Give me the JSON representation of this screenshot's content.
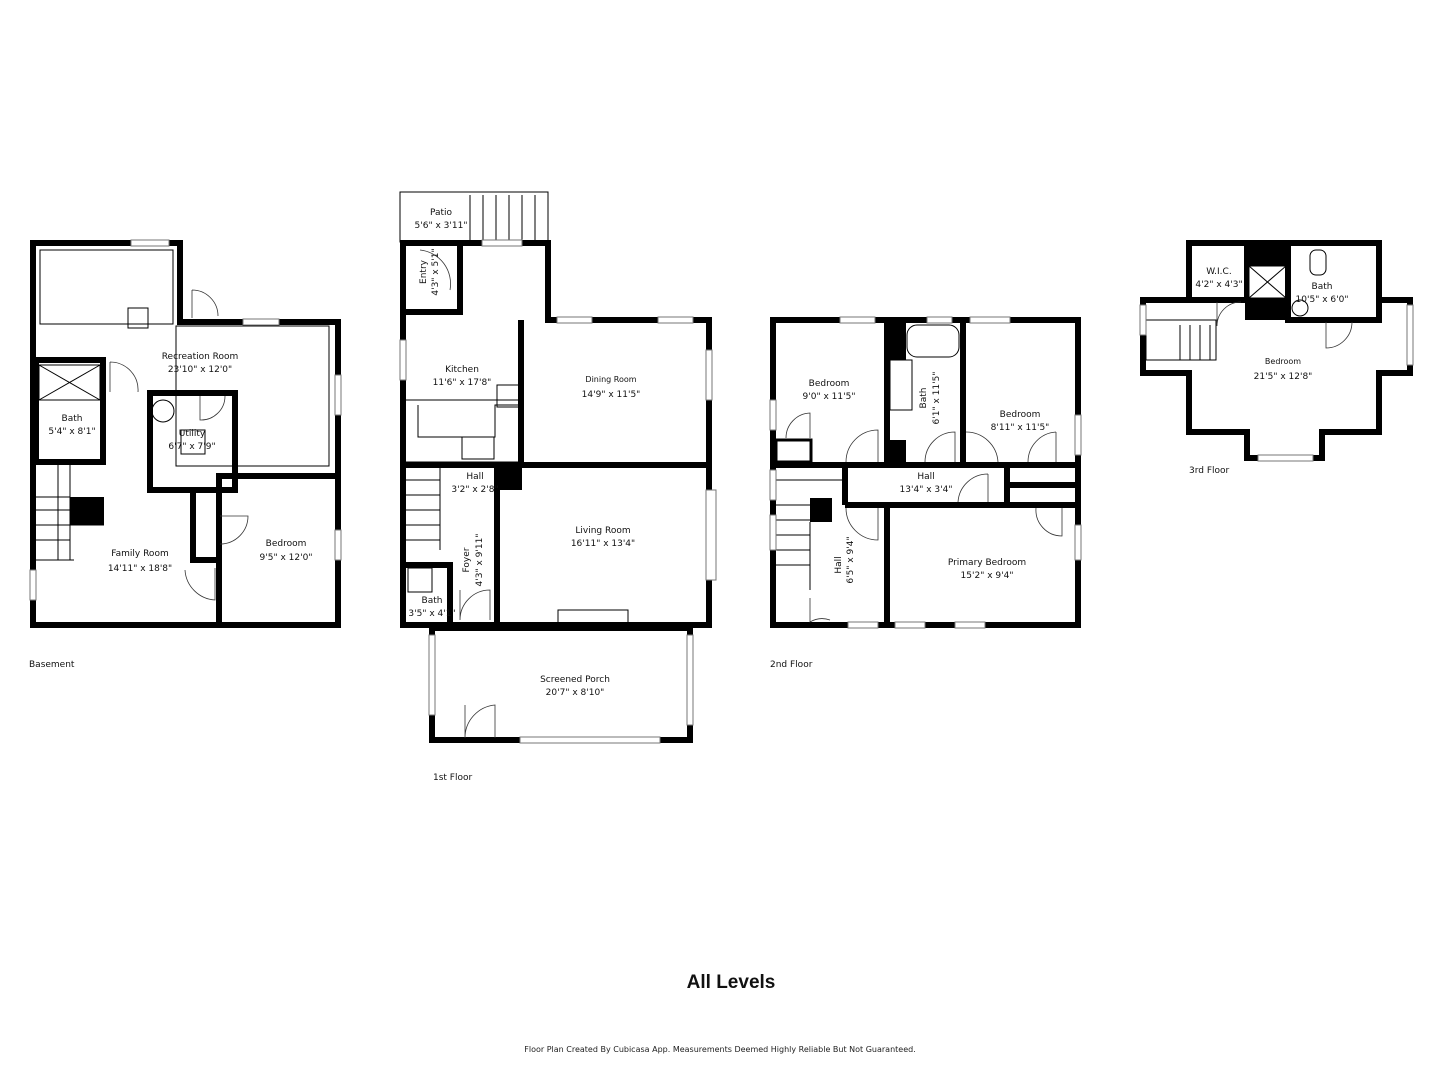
{
  "title": "All Levels",
  "footer": "Floor Plan Created By Cubicasa App. Measurements Deemed Highly Reliable But Not Guaranteed.",
  "levels": {
    "basement": {
      "label": "Basement",
      "rooms": {
        "recreation": {
          "name": "Recreation Room",
          "size": "23'10\" x 12'0\""
        },
        "bath": {
          "name": "Bath",
          "size": "5'4\" x 8'1\""
        },
        "utility": {
          "name": "Utility",
          "size": "6'7\" x 7'9\""
        },
        "family": {
          "name": "Family Room",
          "size": "14'11\" x 18'8\""
        },
        "bedroom": {
          "name": "Bedroom",
          "size": "9'5\" x 12'0\""
        }
      }
    },
    "first": {
      "label": "1st Floor",
      "rooms": {
        "patio": {
          "name": "Patio",
          "size": "5'6\" x 3'11\""
        },
        "entry": {
          "name": "Entry",
          "size": "4'3\" x 5'1\""
        },
        "kitchen": {
          "name": "Kitchen",
          "size": "11'6\" x 17'8\""
        },
        "dining": {
          "name": "Dining Room",
          "size": "14'9\" x 11'5\""
        },
        "hall": {
          "name": "Hall",
          "size": "3'2\" x 2'8\""
        },
        "living": {
          "name": "Living Room",
          "size": "16'11\" x 13'4\""
        },
        "foyer": {
          "name": "Foyer",
          "size": "4'3\" x 9'11\""
        },
        "bath": {
          "name": "Bath",
          "size": "3'5\" x 4'1\""
        },
        "porch": {
          "name": "Screened Porch",
          "size": "20'7\" x 8'10\""
        }
      }
    },
    "second": {
      "label": "2nd Floor",
      "rooms": {
        "bedroom1": {
          "name": "Bedroom",
          "size": "9'0\" x 11'5\""
        },
        "bath": {
          "name": "Bath",
          "size": "6'1\" x 11'5\""
        },
        "bedroom2": {
          "name": "Bedroom",
          "size": "8'11\" x 11'5\""
        },
        "hall1": {
          "name": "Hall",
          "size": "13'4\" x 3'4\""
        },
        "hall2": {
          "name": "Hall",
          "size": "6'5\" x 9'4\""
        },
        "primary": {
          "name": "Primary Bedroom",
          "size": "15'2\" x 9'4\""
        }
      }
    },
    "third": {
      "label": "3rd Floor",
      "rooms": {
        "wic": {
          "name": "W.I.C.",
          "size": "4'2\" x 4'3\""
        },
        "bath": {
          "name": "Bath",
          "size": "10'5\" x 6'0\""
        },
        "bedroom": {
          "name": "Bedroom",
          "size": "21'5\" x 12'8\""
        }
      }
    }
  }
}
